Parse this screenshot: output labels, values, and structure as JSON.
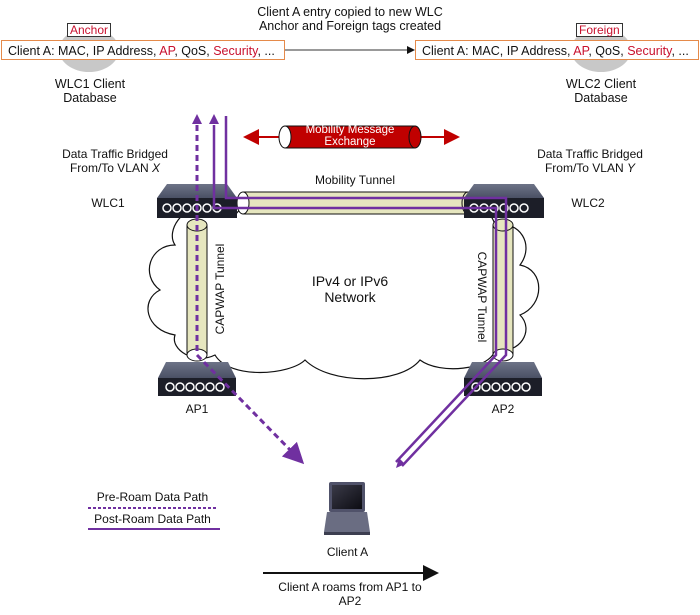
{
  "caption_top": [
    "Client A entry copied to new WLC",
    "Anchor and Foreign tags created"
  ],
  "wlc1_db": {
    "tag": "Anchor",
    "entry_prefix": "Client A: MAC, IP Address, ",
    "entry_ap": "AP",
    "entry_mid": ", QoS, ",
    "entry_security": "Security",
    "entry_suffix": ", ...",
    "label": [
      "WLC1 Client",
      "Database"
    ]
  },
  "wlc2_db": {
    "tag": "Foreign",
    "entry_prefix": "Client A: MAC, IP Address, ",
    "entry_ap": "AP",
    "entry_mid": ", QoS, ",
    "entry_security": "Security",
    "entry_suffix": ", ...",
    "label": [
      "WLC2 Client",
      "Database"
    ]
  },
  "mobility_message": [
    "Mobility Message",
    "Exchange"
  ],
  "mobility_tunnel": "Mobility Tunnel",
  "vlan_left": [
    "Data Traffic Bridged",
    "From/To VLAN ",
    "X"
  ],
  "vlan_right": [
    "Data Traffic Bridged",
    "From/To VLAN ",
    "Y"
  ],
  "wlc1": "WLC1",
  "wlc2": "WLC2",
  "capwap_left": "CAPWAP Tunnel",
  "capwap_right": "CAPWAP Tunnel",
  "network": [
    "IPv4 or IPv6",
    "Network"
  ],
  "ap1": "AP1",
  "ap2": "AP2",
  "client": "Client A",
  "legend": {
    "pre": "Pre-Roam Data Path",
    "post": "Post-Roam Data Path"
  },
  "roam_caption": [
    "Client A roams from AP1 to",
    "AP2"
  ],
  "colors": {
    "path": "#7030a0",
    "tunnel": "#e6e6bf",
    "message": "#c00000",
    "accent_red": "#c8102e",
    "db_border": "#e58a4a"
  }
}
